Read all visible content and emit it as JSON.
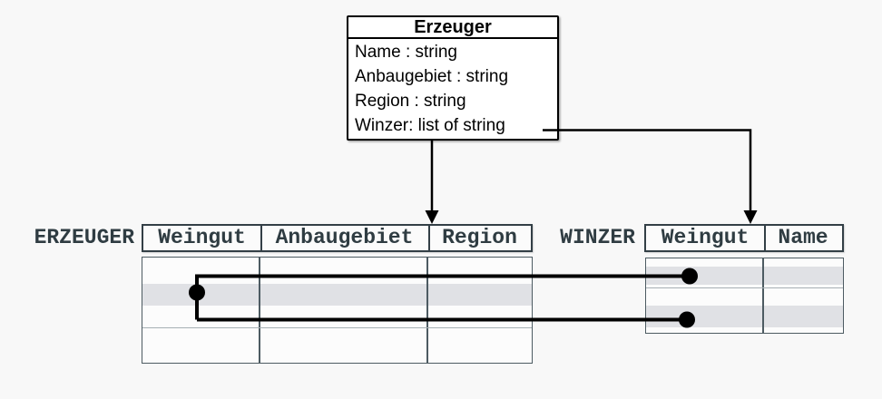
{
  "background": "#f8f8f8",
  "class_box": {
    "title": "Erzeuger",
    "attributes": [
      "Name : string",
      "Anbaugebiet : string",
      "Region : string",
      "Winzer: list of string"
    ]
  },
  "erzeuger_table": {
    "label": "ERZEUGER",
    "columns": [
      "Weingut",
      "Anbaugebiet",
      "Region"
    ],
    "highlighted_row_count": 1
  },
  "winzer_table": {
    "label": "WINZER",
    "columns": [
      "Weingut",
      "Name"
    ],
    "highlighted_row_count": 2
  },
  "colors": {
    "line_ink": "#000000",
    "table_text": "#2f3c42",
    "header_border": "#333f46",
    "body_border": "#4d5b62",
    "row_highlight": "#e0e1e5",
    "background": "#f8f8f8"
  }
}
